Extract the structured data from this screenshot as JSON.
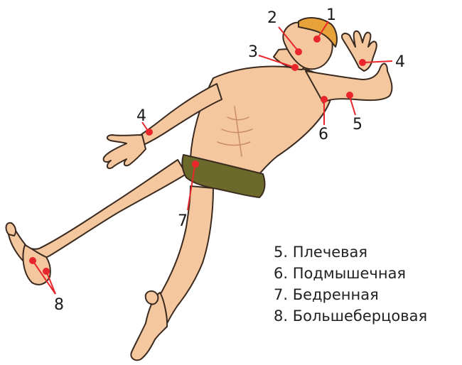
{
  "markers": [
    "1",
    "2",
    "3",
    "4",
    "4",
    "5",
    "6",
    "7",
    "8"
  ],
  "legend": [
    "5. Плечевая",
    "6. Подмышечная",
    "7. Бедренная",
    "8. Большеберцовая"
  ],
  "colors": {
    "skin": "#f4c79f",
    "skin_shadow": "#e0a57c",
    "outline": "#3a2a1f",
    "hair": "#e8a23a",
    "shorts": "#6b6a2a",
    "point": "#e8262b"
  }
}
